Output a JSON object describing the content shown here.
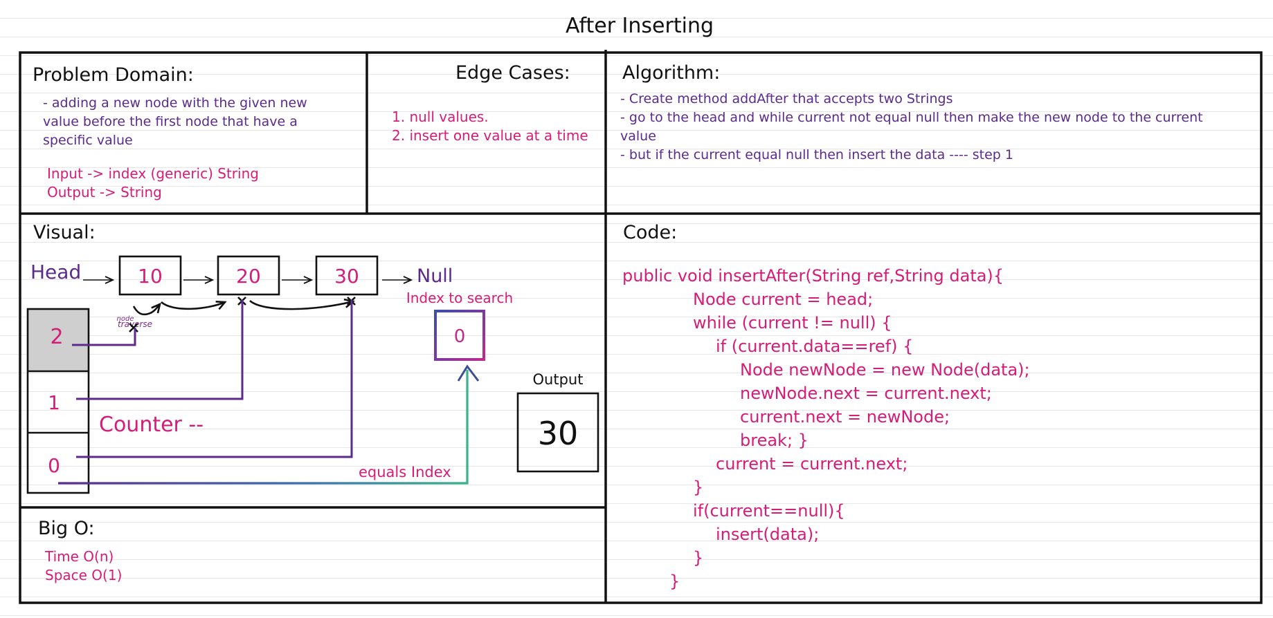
{
  "title": "After Inserting",
  "problem_domain": {
    "heading": "Problem Domain:",
    "lines": [
      "- adding a new node with the given new",
      "value before the first node that have a",
      "specific value"
    ],
    "io": [
      "Input -> index (generic) String",
      "Output -> String"
    ]
  },
  "edge_cases": {
    "heading": "Edge Cases:",
    "items": [
      "1. null values.",
      "2. insert one value at a time"
    ]
  },
  "algorithm": {
    "heading": "Algorithm:",
    "lines": [
      "- Create method addAfter that accepts two Strings",
      "- go to the head and while current not equal null then make the new node to the current",
      "value",
      "- but if the current equal null then insert the data ---- step 1"
    ]
  },
  "visual": {
    "heading": "Visual:",
    "head_label": "Head",
    "null_label": "Null",
    "nodes": [
      "10",
      "20",
      "30"
    ],
    "stack": [
      "2",
      "1",
      "0"
    ],
    "traverse_label": [
      "traverse",
      "node"
    ],
    "index_label": "Index to search",
    "index_value": "0",
    "counter_label": "Counter --",
    "equals_label": "equals Index",
    "output_label": "Output",
    "output_value": "30",
    "colors": {
      "purple": "#5b2a8c",
      "pink": "#d61c78",
      "highlight_gray": "#cfcfcf"
    }
  },
  "big_o": {
    "heading": "Big O:",
    "items": [
      "Time O(n)",
      "Space O(1)"
    ]
  },
  "code": {
    "heading": "Code:",
    "lines": [
      "public void insertAfter(String ref,String data){",
      "Node current = head;",
      "while (current != null) {",
      "if (current.data==ref) {",
      "Node newNode = new Node(data);",
      "newNode.next = current.next;",
      "current.next = newNode;",
      "break; }",
      "current = current.next;",
      "}",
      "if(current==null){",
      "insert(data);",
      "}",
      "}"
    ]
  }
}
